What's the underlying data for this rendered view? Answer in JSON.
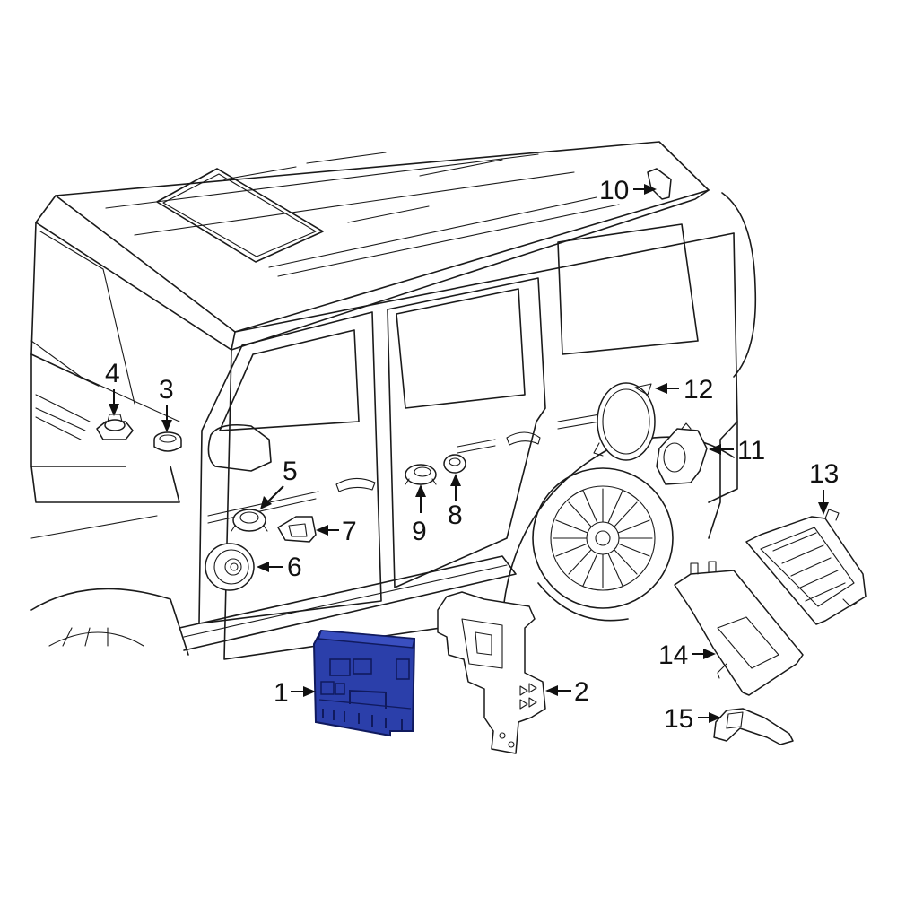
{
  "colors": {
    "highlight": "#2b3faa",
    "highlight_dark": "#101a5e",
    "line": "#1a1a1a",
    "background": "#ffffff"
  },
  "callouts": [
    {
      "id": "1",
      "label": "1",
      "part": "control-module",
      "highlighted": true
    },
    {
      "id": "2",
      "label": "2",
      "part": "mounting-bracket"
    },
    {
      "id": "3",
      "label": "3",
      "part": "tweeter-speaker"
    },
    {
      "id": "4",
      "label": "4",
      "part": "dash-speaker"
    },
    {
      "id": "5",
      "label": "5",
      "part": "front-door-tweeter"
    },
    {
      "id": "6",
      "label": "6",
      "part": "front-door-speaker"
    },
    {
      "id": "7",
      "label": "7",
      "part": "speaker-bracket"
    },
    {
      "id": "8",
      "label": "8",
      "part": "rear-door-tweeter"
    },
    {
      "id": "9",
      "label": "9",
      "part": "rear-door-midrange"
    },
    {
      "id": "10",
      "label": "10",
      "part": "antenna"
    },
    {
      "id": "11",
      "label": "11",
      "part": "subwoofer"
    },
    {
      "id": "12",
      "label": "12",
      "part": "subwoofer-enclosure"
    },
    {
      "id": "13",
      "label": "13",
      "part": "amplifier"
    },
    {
      "id": "14",
      "label": "14",
      "part": "amplifier-bracket"
    },
    {
      "id": "15",
      "label": "15",
      "part": "support-bracket"
    }
  ]
}
